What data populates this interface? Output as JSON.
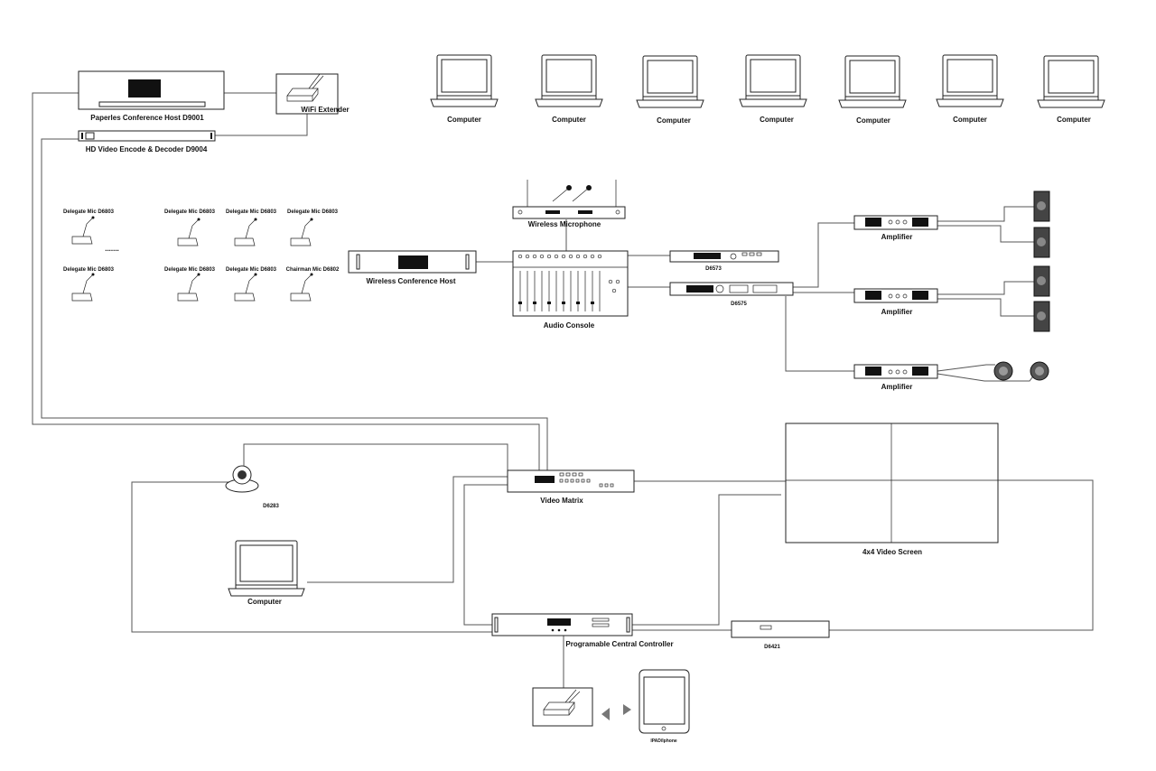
{
  "diagram": {
    "labels": {
      "paperless_host": "Paperles Conference Host D9001",
      "wifi_extender": "WiFi Extender",
      "hd_video": "HD Video Encode & Decoder D9004",
      "computer": "Computer",
      "wireless_microphone": "Wireless Microphone",
      "wireless_conference_host": "Wireless Conference Host",
      "audio_console": "Audio Console",
      "delegate_mic": "Delegate Mic D6803",
      "chairman_mic": "Chairman Mic D6802",
      "ellipsis": ".......",
      "d6573": "D6573",
      "d6575": "D6575",
      "amplifier": "Amplifier",
      "camera": "D6283",
      "video_matrix": "Video Matrix",
      "video_screen": "4x4 Video Screen",
      "central_controller": "Programable Central Controller",
      "d6421": "D6421",
      "ipad": "IPAD/Iphone"
    }
  }
}
